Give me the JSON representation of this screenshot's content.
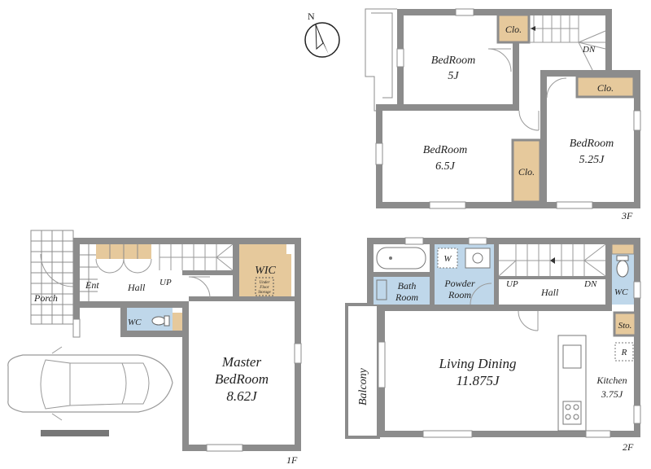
{
  "compass": {
    "north_label": "N"
  },
  "floors": {
    "first": {
      "floor_label": "1F",
      "rooms": {
        "porch": "Porch",
        "entrance": "Ent",
        "hall": "Hall",
        "stairs_up": "UP",
        "wic": "WIC",
        "under_floor_storage": [
          "Under",
          "Floor",
          "Storage"
        ],
        "wc": "WC",
        "master_bedroom": [
          "Master",
          "BedRoom",
          "8.62J"
        ]
      }
    },
    "second": {
      "floor_label": "2F",
      "rooms": {
        "bath": [
          "Bath",
          "Room"
        ],
        "washer": "W",
        "powder_room": [
          "Powder",
          "Room"
        ],
        "stairs_up": "UP",
        "hall": "Hall",
        "stairs_down": "DN",
        "wc": "WC",
        "storage": "Sto.",
        "balcony": "Balcony",
        "living_dining": [
          "Living Dining",
          "11.875J"
        ],
        "refrigerator": "R",
        "kitchen": [
          "Kitchen",
          "3.75J"
        ]
      }
    },
    "third": {
      "floor_label": "3F",
      "rooms": {
        "closet_top": "Clo.",
        "stairs_down": "DN",
        "bedroom_5": [
          "BedRoom",
          "5J"
        ],
        "closet_right": "Clo.",
        "bedroom_65": [
          "BedRoom",
          "6.5J"
        ],
        "closet_mid": "Clo.",
        "bedroom_525": [
          "BedRoom",
          "5.25J"
        ]
      }
    }
  },
  "colors": {
    "wall": "#8c8c8c",
    "wet_area": "#bfd7ea",
    "storage": "#e6c99c"
  }
}
